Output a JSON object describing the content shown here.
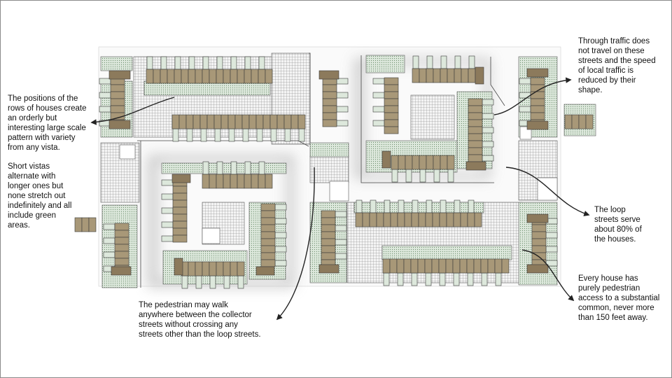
{
  "annotations": {
    "positions": "The positions of the\nrows of houses create\nan orderly but\ninteresting large scale\npattern with variety\nfrom any vista.",
    "vistas": "Short vistas\nalternate with\nlonger ones but\nnone stretch out\nindefinitely and all\ninclude green\nareas.",
    "through_traffic": "Through traffic does\nnot travel  on these\nstreets and the speed\nof local traffic is\nreduced by their\nshape.",
    "loop_streets": "The loop\nstreets serve\nabout 80% of\nthe houses.",
    "pedestrian": "The pedestrian may walk\nanywhere between the collector\nstreets without crossing any\nstreets other than the loop streets.",
    "pedestrian_access": "Every house has\npurely pedestrian\naccess to a substantial\ncommon, never more\nthan 150 feet away."
  },
  "colors": {
    "house": "#a89878",
    "green": "#dde8dc",
    "paving": "#f2f2f2",
    "outline": "#3a3a3a"
  }
}
